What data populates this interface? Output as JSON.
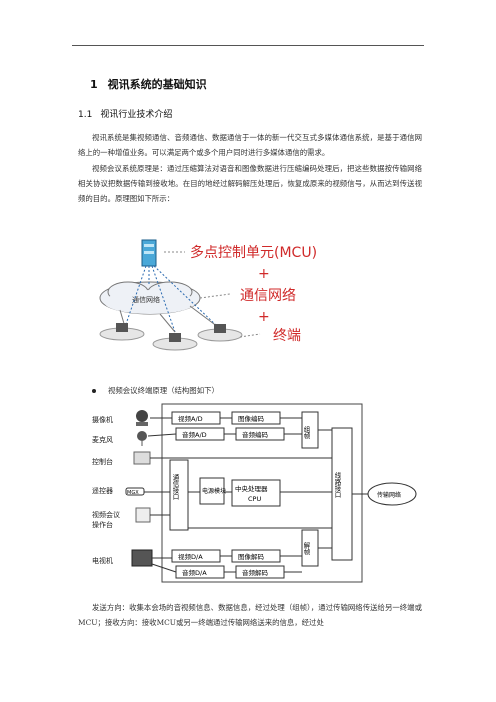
{
  "section": {
    "number": "1",
    "title": "视讯系统的基础知识"
  },
  "subsection": {
    "number": "1.1",
    "title": "视讯行业技术介绍"
  },
  "paragraphs": {
    "p1": "视讯系统是集视频通信、音频通信、数据通信于一体的新一代交互式多媒体通信系统，是基于通信网络上的一种增值业务。可以满足两个或多个用户同时进行多媒体通信的需求。",
    "p2": "视频会议系统原理是：通过压缩算法对语音和图像数据进行压缩编码处理后，把这些数据按传输网络相关协议把数据传输到接收地。在目的地经过解码解压处理后，恢复成原来的视频信号，从而达到传送视频的目的。原理图如下所示：",
    "p3": "发送方向：收集本会场的音视频信息、数据信息，经过处理（组帧），通过传输网络传送给另一终端或MCU；接收方向：接收MCU或另一终端通过传输网络送来的信息，经过处"
  },
  "diagram1": {
    "mcu": "多点控制单元(MCU)",
    "plus1": "+",
    "network": "通信网络",
    "plus2": "+",
    "terminal": "终端",
    "cloud": "通信网络"
  },
  "bullet": "视频会议终端原理（结构图如下）",
  "diagram2": {
    "dev_camera": "摄像机",
    "dev_mic": "麦克风",
    "dev_console": "控制台",
    "dev_remote": "遥控器",
    "dev_operator1": "视频会议",
    "dev_operator2": "操作台",
    "dev_tv": "电视机",
    "video_ad": "视频A/D",
    "audio_ad": "音频A/D",
    "image_enc": "图像编码",
    "audio_enc": "音频编码",
    "framing": "组帧",
    "comm_if": "通信接口",
    "power": "电源模块",
    "cpu1": "中央处理器",
    "cpu2": "CPU",
    "line_if": "线路接口",
    "transport": "传输网络",
    "deframing": "解帧",
    "video_da": "视频D/A",
    "audio_da": "音频D/A",
    "image_dec": "图像解码",
    "audio_dec": "音频解码",
    "remote_badge": "MGX"
  }
}
